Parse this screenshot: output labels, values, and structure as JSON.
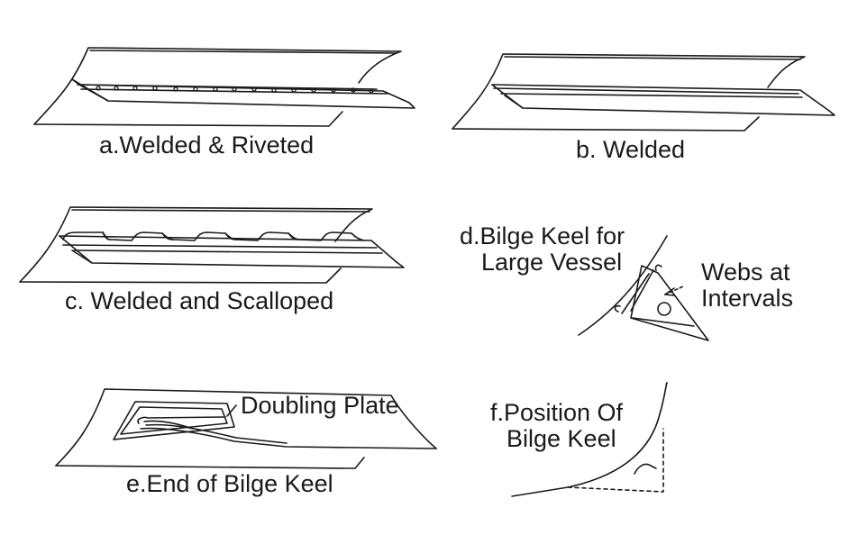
{
  "labels": {
    "a": "a.Welded & Riveted",
    "b": "b. Welded",
    "c": "c. Welded and Scalloped",
    "d_line1": "d.Bilge Keel for",
    "d_line2": "Large Vessel",
    "webs_line1": "Webs at",
    "webs_line2": "Intervals",
    "doubling": "Doubling Plate",
    "e": "e.End of Bilge Keel",
    "f_line1": "f.Position Of",
    "f_line2": "Bilge Keel"
  },
  "colors": {
    "ink": "#1a1a1a",
    "background": "#ffffff"
  }
}
